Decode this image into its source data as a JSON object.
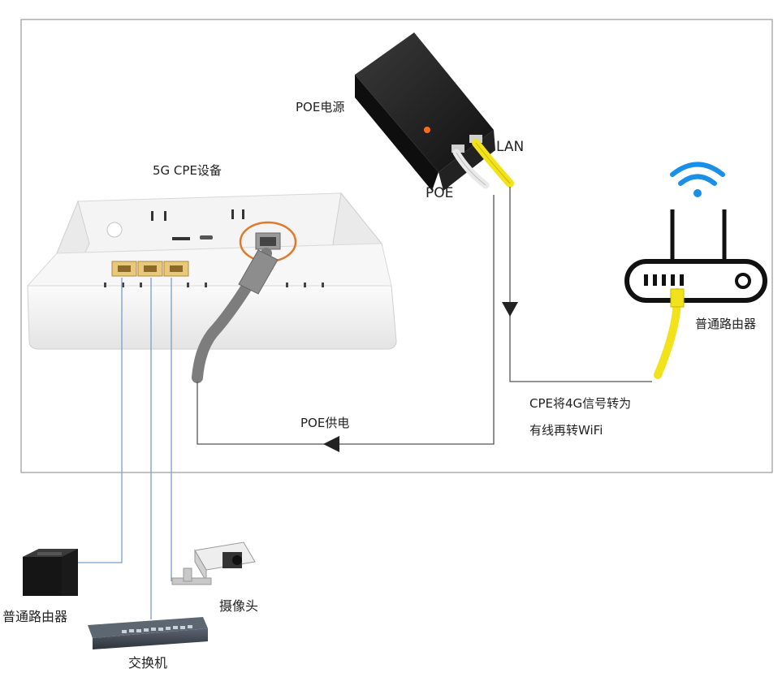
{
  "labels": {
    "poe_power": "POE电源",
    "lan": "LAN",
    "poe": "POE",
    "cpe_device": "5G CPE设备",
    "router_right": "普通路由器",
    "caption_line1": "CPE将4G信号转为",
    "caption_line2": "有线再转WiFi",
    "poe_supply": "POE供电",
    "router_bottom": "普通路由器",
    "camera": "摄像头",
    "switch": "交换机"
  },
  "colors": {
    "frame": "#9a9a9a",
    "line_gray": "#555555",
    "line_blue": "#7a9cc6",
    "poe_orange": "#e07a2a",
    "yellow_cable": "#f2e21b",
    "wifi_blue": "#1a8fe8",
    "device_dark": "#1e1e1e"
  },
  "icons": [
    "wifi-icon",
    "router-icon",
    "camera-icon",
    "switch-icon",
    "poe-adapter-icon",
    "cpe-device-icon"
  ]
}
